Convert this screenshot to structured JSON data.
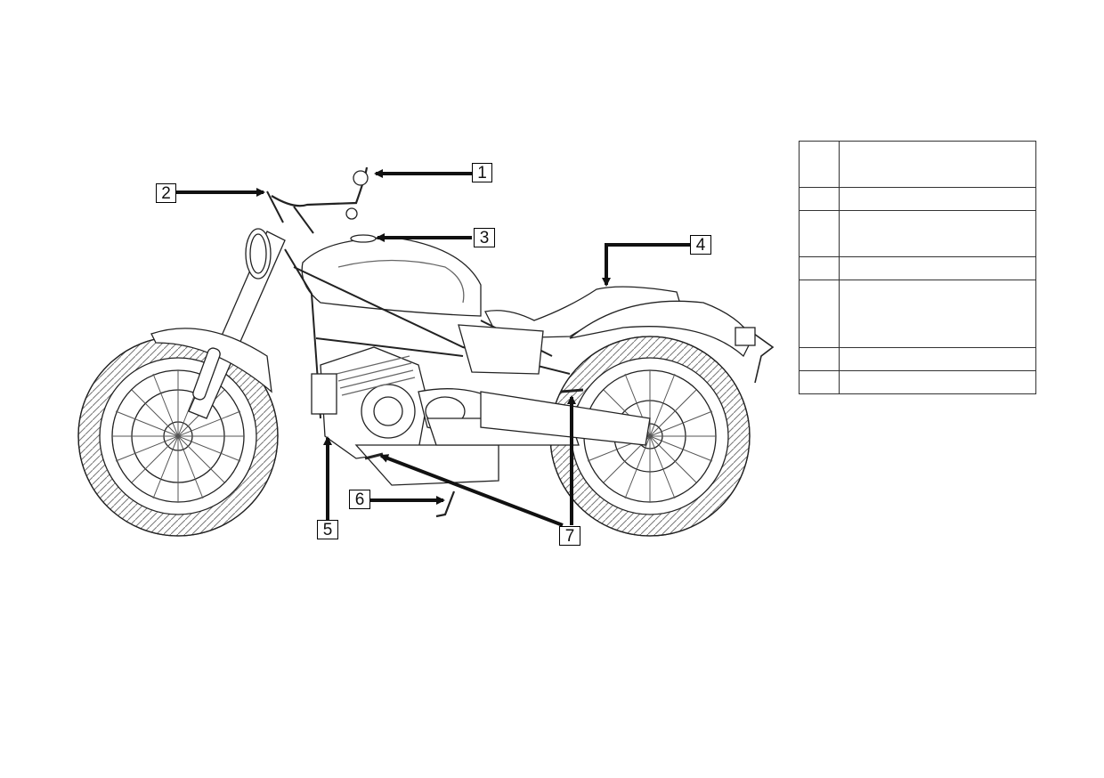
{
  "callouts": {
    "c1": "1",
    "c2": "2",
    "c3": "3",
    "c4": "4",
    "c5": "5",
    "c6": "6",
    "c7": "7"
  },
  "legend": {
    "rows": [
      {
        "num": "",
        "text": ""
      },
      {
        "num": "",
        "text": ""
      },
      {
        "num": "",
        "text": ""
      },
      {
        "num": "",
        "text": ""
      },
      {
        "num": "",
        "text": ""
      },
      {
        "num": "",
        "text": ""
      },
      {
        "num": "",
        "text": ""
      }
    ]
  },
  "colors": {
    "line": "#222222",
    "arrow": "#111111",
    "paper": "#ffffff"
  },
  "illustration": "motorcycle-side-view"
}
